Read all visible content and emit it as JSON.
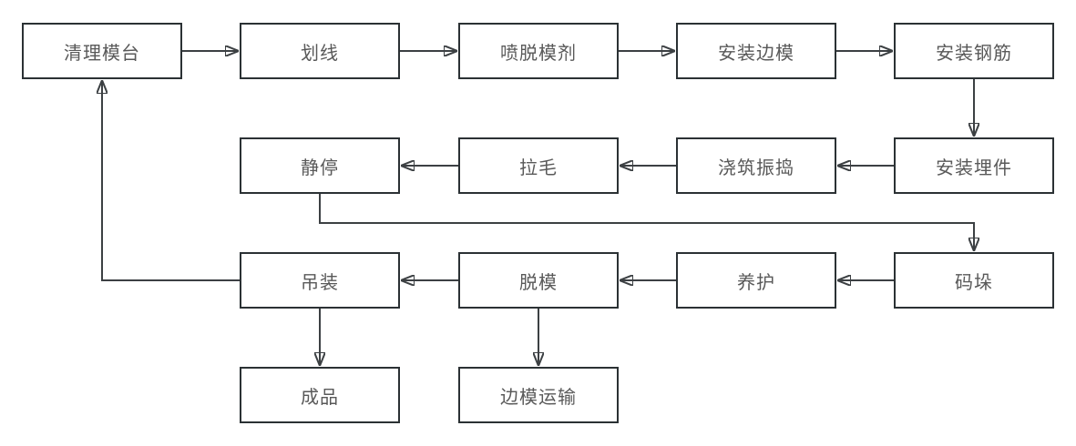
{
  "diagram": {
    "type": "flowchart",
    "background": "#ffffff",
    "colors": {
      "box_border": "#2b3134",
      "box_fill": "#ffffff",
      "label_text": "#595959",
      "connector": "#3c4043"
    },
    "nodes": [
      {
        "id": "clean-mold-table",
        "label": "清理模台"
      },
      {
        "id": "marking",
        "label": "划线"
      },
      {
        "id": "spray-release-agent",
        "label": "喷脱模剂"
      },
      {
        "id": "install-side-molds",
        "label": "安装边模"
      },
      {
        "id": "install-rebar",
        "label": "安装钢筋"
      },
      {
        "id": "install-embedded-parts",
        "label": "安装埋件"
      },
      {
        "id": "pour-and-vibrate",
        "label": "浇筑振捣"
      },
      {
        "id": "roughening",
        "label": "拉毛"
      },
      {
        "id": "resting",
        "label": "静停"
      },
      {
        "id": "stacking",
        "label": "码垛"
      },
      {
        "id": "curing",
        "label": "养护"
      },
      {
        "id": "demolding",
        "label": "脱模"
      },
      {
        "id": "hoisting",
        "label": "吊装"
      },
      {
        "id": "finished-product",
        "label": "成品"
      },
      {
        "id": "side-mold-transport",
        "label": "边模运输"
      }
    ],
    "edges": [
      {
        "from": "clean-mold-table",
        "to": "marking"
      },
      {
        "from": "marking",
        "to": "spray-release-agent"
      },
      {
        "from": "spray-release-agent",
        "to": "install-side-molds"
      },
      {
        "from": "install-side-molds",
        "to": "install-rebar"
      },
      {
        "from": "install-rebar",
        "to": "install-embedded-parts"
      },
      {
        "from": "install-embedded-parts",
        "to": "pour-and-vibrate"
      },
      {
        "from": "pour-and-vibrate",
        "to": "roughening"
      },
      {
        "from": "roughening",
        "to": "resting"
      },
      {
        "from": "resting",
        "to": "stacking"
      },
      {
        "from": "stacking",
        "to": "curing"
      },
      {
        "from": "curing",
        "to": "demolding"
      },
      {
        "from": "demolding",
        "to": "hoisting"
      },
      {
        "from": "hoisting",
        "to": "finished-product"
      },
      {
        "from": "demolding",
        "to": "side-mold-transport"
      },
      {
        "from": "hoisting",
        "to": "clean-mold-table"
      }
    ]
  }
}
